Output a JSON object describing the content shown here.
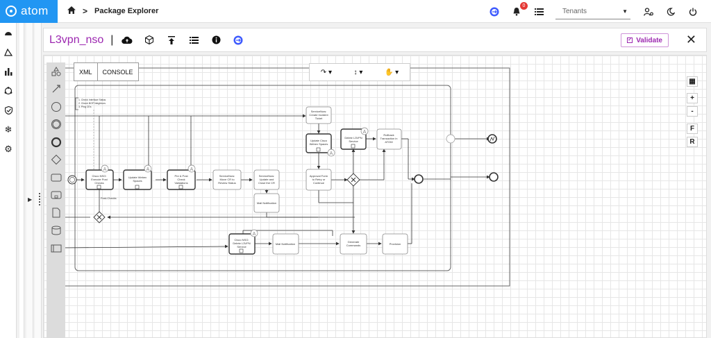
{
  "app": {
    "brand": "atom"
  },
  "breadcrumb": {
    "home_icon": "home-icon",
    "separator": ">",
    "current": "Package Explorer"
  },
  "topbar": {
    "notification_count": "0",
    "tenant_placeholder": "Tenants",
    "icons": [
      "bpmn-logo-icon",
      "bell-icon",
      "list-icon",
      "user-settings-icon",
      "moon-icon",
      "power-icon"
    ]
  },
  "left_nav": {
    "icons": [
      "dashboard-icon",
      "devices-icon",
      "chart-icon",
      "topology-icon",
      "shield-icon",
      "snowflake-icon",
      "gear-icon"
    ]
  },
  "package": {
    "name": "L3vpn_nso",
    "toolbar_icons": [
      "cloud-upload-icon",
      "cube-icon",
      "upload-icon",
      "list-icon",
      "info-icon",
      "bpmn-logo-icon"
    ],
    "validate_label": "Validate"
  },
  "editor": {
    "xml_label": "XML",
    "console_label": "CONSOLE",
    "tools": [
      "connect-icon",
      "distribute-icon",
      "hand-icon"
    ],
    "right_controls": [
      "map-icon",
      "+",
      "-",
      "F",
      "R"
    ]
  },
  "diagram": {
    "annotation": [
      "1. Check Interface Status",
      "2. Check BGP Neighbors",
      "3. Ping CEs"
    ],
    "tasks": {
      "t1": [
        "Cisco NSO:",
        "Execute Post",
        "Checks"
      ],
      "t2": [
        "Update Webex",
        "Spaces"
      ],
      "t3": [
        "Pre & Post",
        "Check",
        "Validations"
      ],
      "t4": [
        "ServiceNow:",
        "Move CR to",
        "Review Status"
      ],
      "t5": [
        "ServiceNow:",
        "Update and",
        "Close the CR"
      ],
      "t6": [
        "Mail Notification"
      ],
      "t7": [
        "ServiceNow:",
        "Create Incident",
        "Ticket"
      ],
      "t8": [
        "Update Cisco",
        "Webex Spaces"
      ],
      "t9": [
        "Approval Form",
        "to Retry or",
        "Continue"
      ],
      "t10": [
        "Delete L3VPN",
        "Service"
      ],
      "t11": [
        "Rollback",
        "Transaction in",
        "ATOM"
      ],
      "t12": [
        "Cisco NSO:",
        "Delete L3VPN",
        "Service"
      ],
      "t13": [
        "Mail Notification"
      ],
      "t14": [
        "Generate",
        "Commands"
      ],
      "t15": [
        "Provision"
      ]
    },
    "flow_label": "Post-Checks"
  }
}
